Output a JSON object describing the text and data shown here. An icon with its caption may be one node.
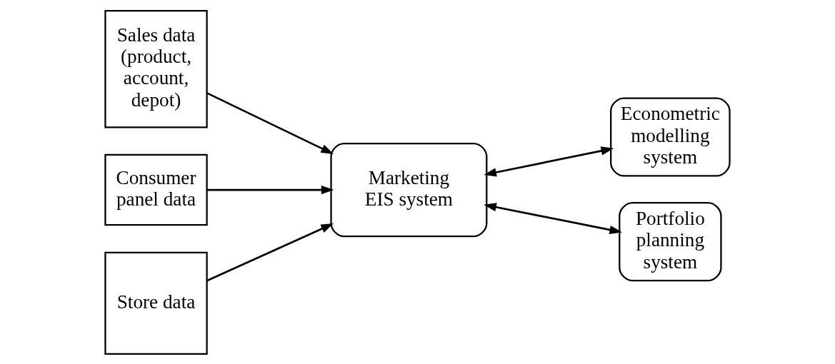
{
  "diagram": {
    "nodes": [
      {
        "text": [
          "Sales data (product, account, depot)"
        ]
      },
      {
        "text": [
          "Consumer panel data"
        ]
      },
      {
        "text": [
          "Store data"
        ]
      },
      {
        "text": [
          "Marketing EIS system"
        ]
      },
      {
        "text": [
          "Econometric modelling system"
        ]
      },
      {
        "text": [
          "Portfolio planning system"
        ]
      }
    ],
    "edges": [
      {
        "from": 0,
        "to": 3,
        "arrow": "to"
      },
      {
        "from": 1,
        "to": 3,
        "arrow": "to"
      },
      {
        "from": 2,
        "to": 3,
        "arrow": "to"
      },
      {
        "from": 3,
        "to": 4,
        "arrow": "both"
      },
      {
        "from": 3,
        "to": 5,
        "arrow": "both"
      }
    ]
  }
}
